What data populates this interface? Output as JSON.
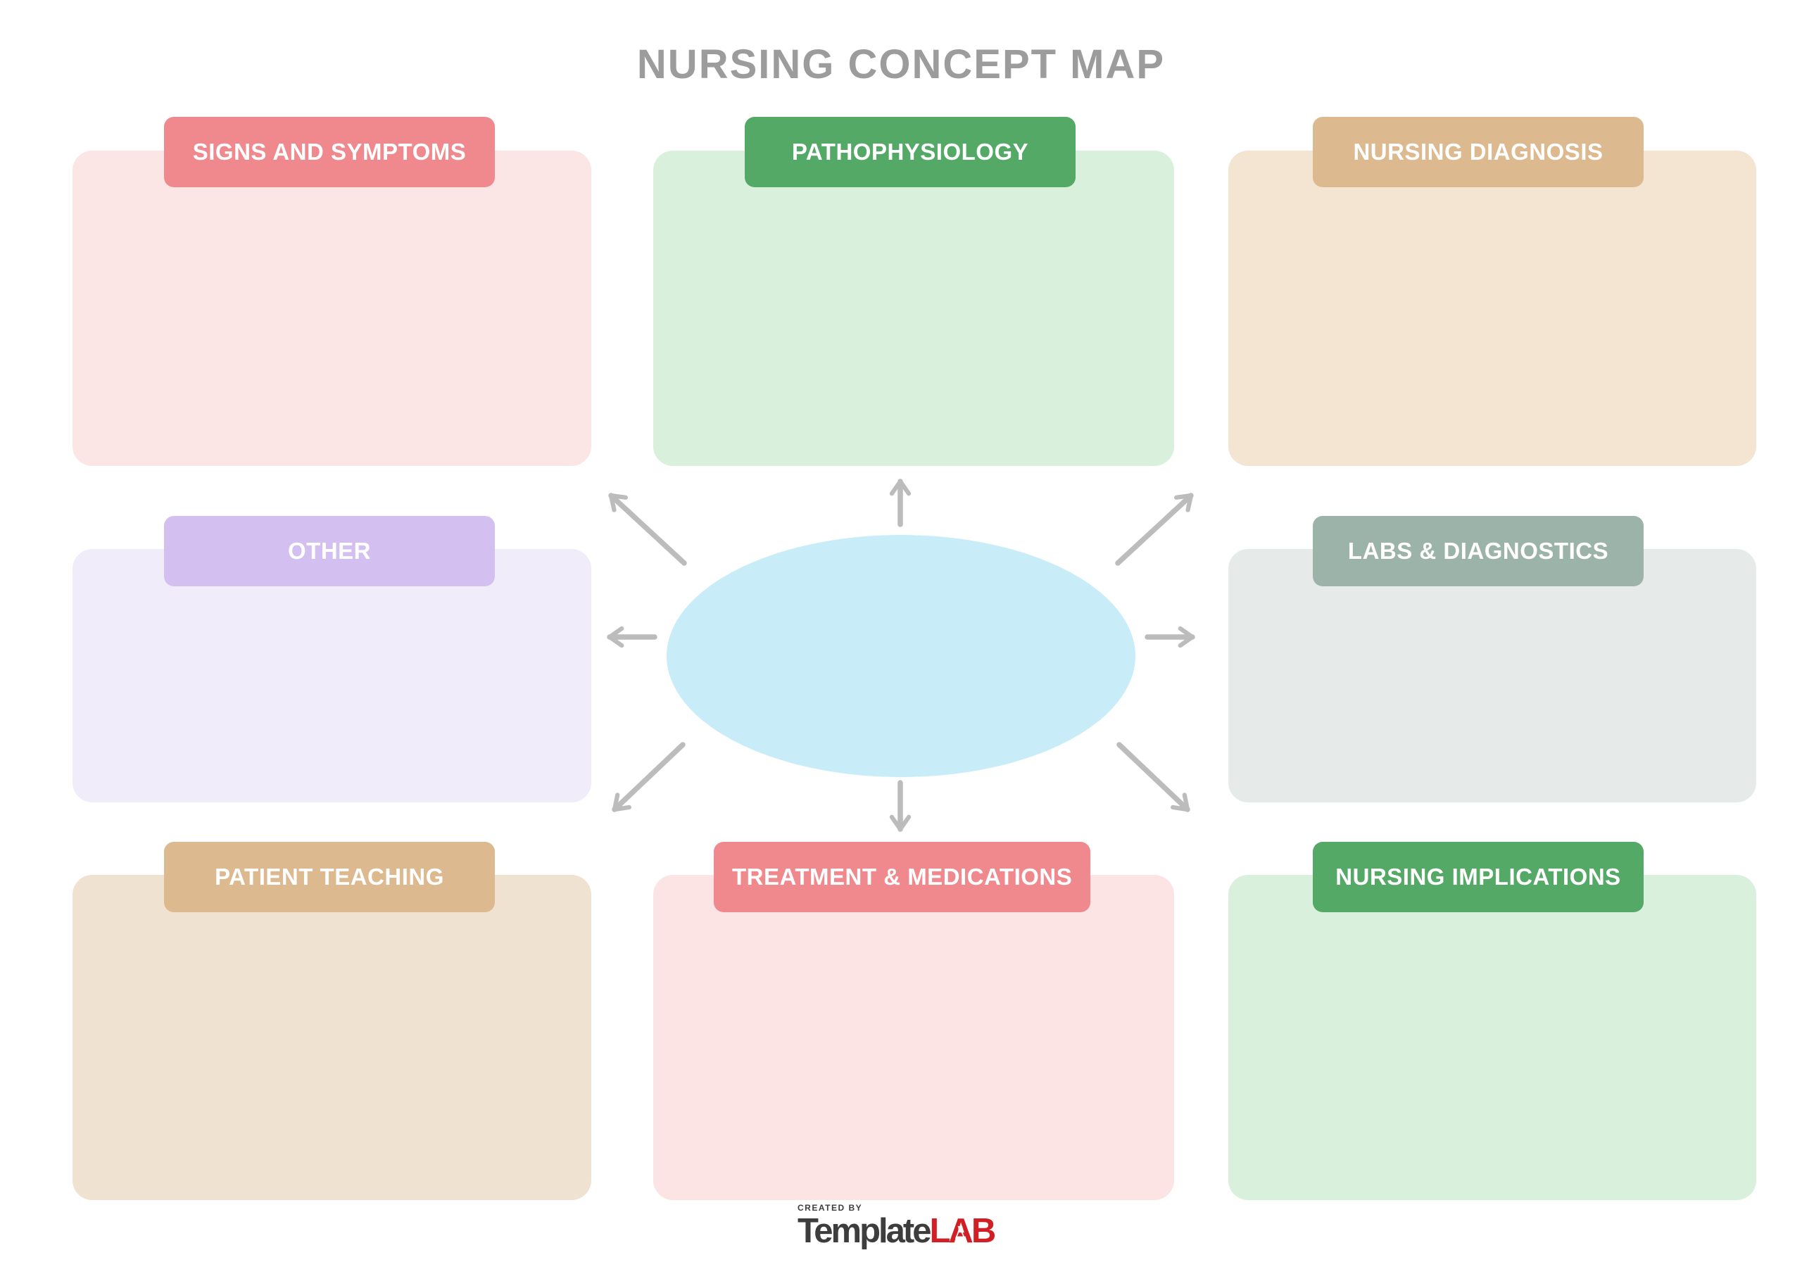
{
  "page": {
    "title": "NURSING CONCEPT MAP",
    "title_color": "#9c9c9c",
    "background": "#ffffff"
  },
  "boxes": [
    {
      "id": "signs-and-symptoms",
      "label": "SIGNS AND SYMPTOMS",
      "header_color": "#f0898e",
      "body_color": "#fbe5e5"
    },
    {
      "id": "pathophysiology",
      "label": "PATHOPHYSIOLOGY",
      "header_color": "#55a966",
      "body_color": "#d8f0dc"
    },
    {
      "id": "nursing-diagnosis",
      "label": "NURSING DIAGNOSIS",
      "header_color": "#dcb98e",
      "body_color": "#f4e5d3"
    },
    {
      "id": "other",
      "label": "OTHER",
      "header_color": "#d4c0f0",
      "body_color": "#f1ecfa"
    },
    {
      "id": "labs-and-diagnostics",
      "label": "LABS & DIAGNOSTICS",
      "header_color": "#9cb3aa",
      "body_color": "#e6ebe9"
    },
    {
      "id": "patient-teaching",
      "label": "PATIENT TEACHING",
      "header_color": "#dcb98e",
      "body_color": "#f0e2d1"
    },
    {
      "id": "treatment-medications",
      "label": "TREATMENT & MEDICATIONS",
      "header_color": "#f0898e",
      "body_color": "#fbe4e3"
    },
    {
      "id": "nursing-implications",
      "label": "NURSING IMPLICATIONS",
      "header_color": "#55a966",
      "body_color": "#d8f0dc"
    }
  ],
  "center": {
    "shape": "ellipse",
    "fill": "#c8edf8",
    "label": ""
  },
  "arrows": {
    "color": "#bcbcbc",
    "directions": [
      "up",
      "up-left",
      "up-right",
      "left",
      "right",
      "down-left",
      "down",
      "down-right"
    ]
  },
  "footer": {
    "created_by": "CREATED BY",
    "created_by_color": "#3d3d3d",
    "brand_part1": "Template",
    "brand_part1_color": "#3d3d3d",
    "brand_part2_l": "L",
    "brand_part2_a": "A",
    "brand_part2_b": "B",
    "brand_part2_color": "#d11f26"
  }
}
